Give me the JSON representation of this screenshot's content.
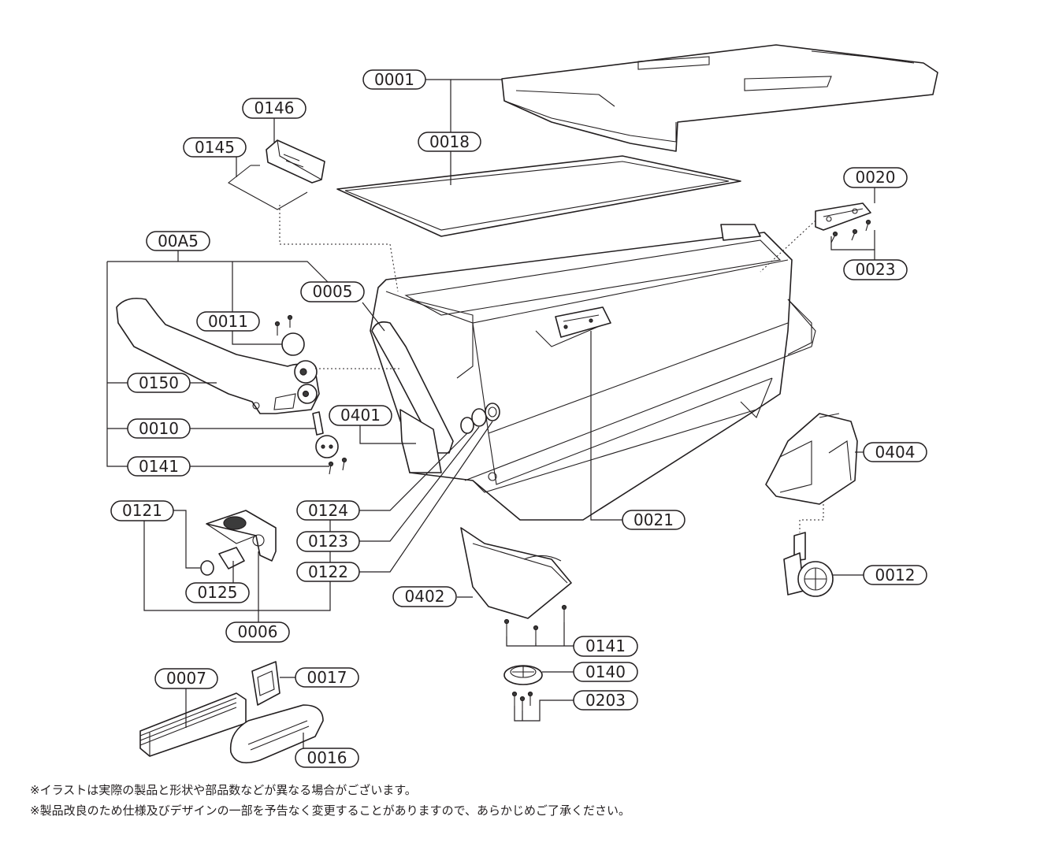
{
  "labels": {
    "p0001": "0001",
    "p0018": "0018",
    "p0146": "0146",
    "p0145": "0145",
    "p0020": "0020",
    "p0023": "0023",
    "p00A5": "00A5",
    "p0005": "0005",
    "p0011": "0011",
    "p0150": "0150",
    "p0010": "0010",
    "p0401": "0401",
    "p0141a": "0141",
    "p0404": "0404",
    "p0121": "0121",
    "p0124": "0124",
    "p0123": "0123",
    "p0122": "0122",
    "p0021": "0021",
    "p0012": "0012",
    "p0125": "0125",
    "p0402": "0402",
    "p0006": "0006",
    "p0141b": "0141",
    "p0007": "0007",
    "p0017": "0017",
    "p0140": "0140",
    "p0203": "0203",
    "p0016": "0016"
  },
  "notes": {
    "line1": "※イラストは実際の製品と形状や部品数などが異なる場合がございます。",
    "line2": "※製品改良のため仕様及びデザインの一部を予告なく変更することがありますので、あらかじめご了承ください。"
  },
  "colors": {
    "ink": "#231f20",
    "background": "#ffffff"
  }
}
